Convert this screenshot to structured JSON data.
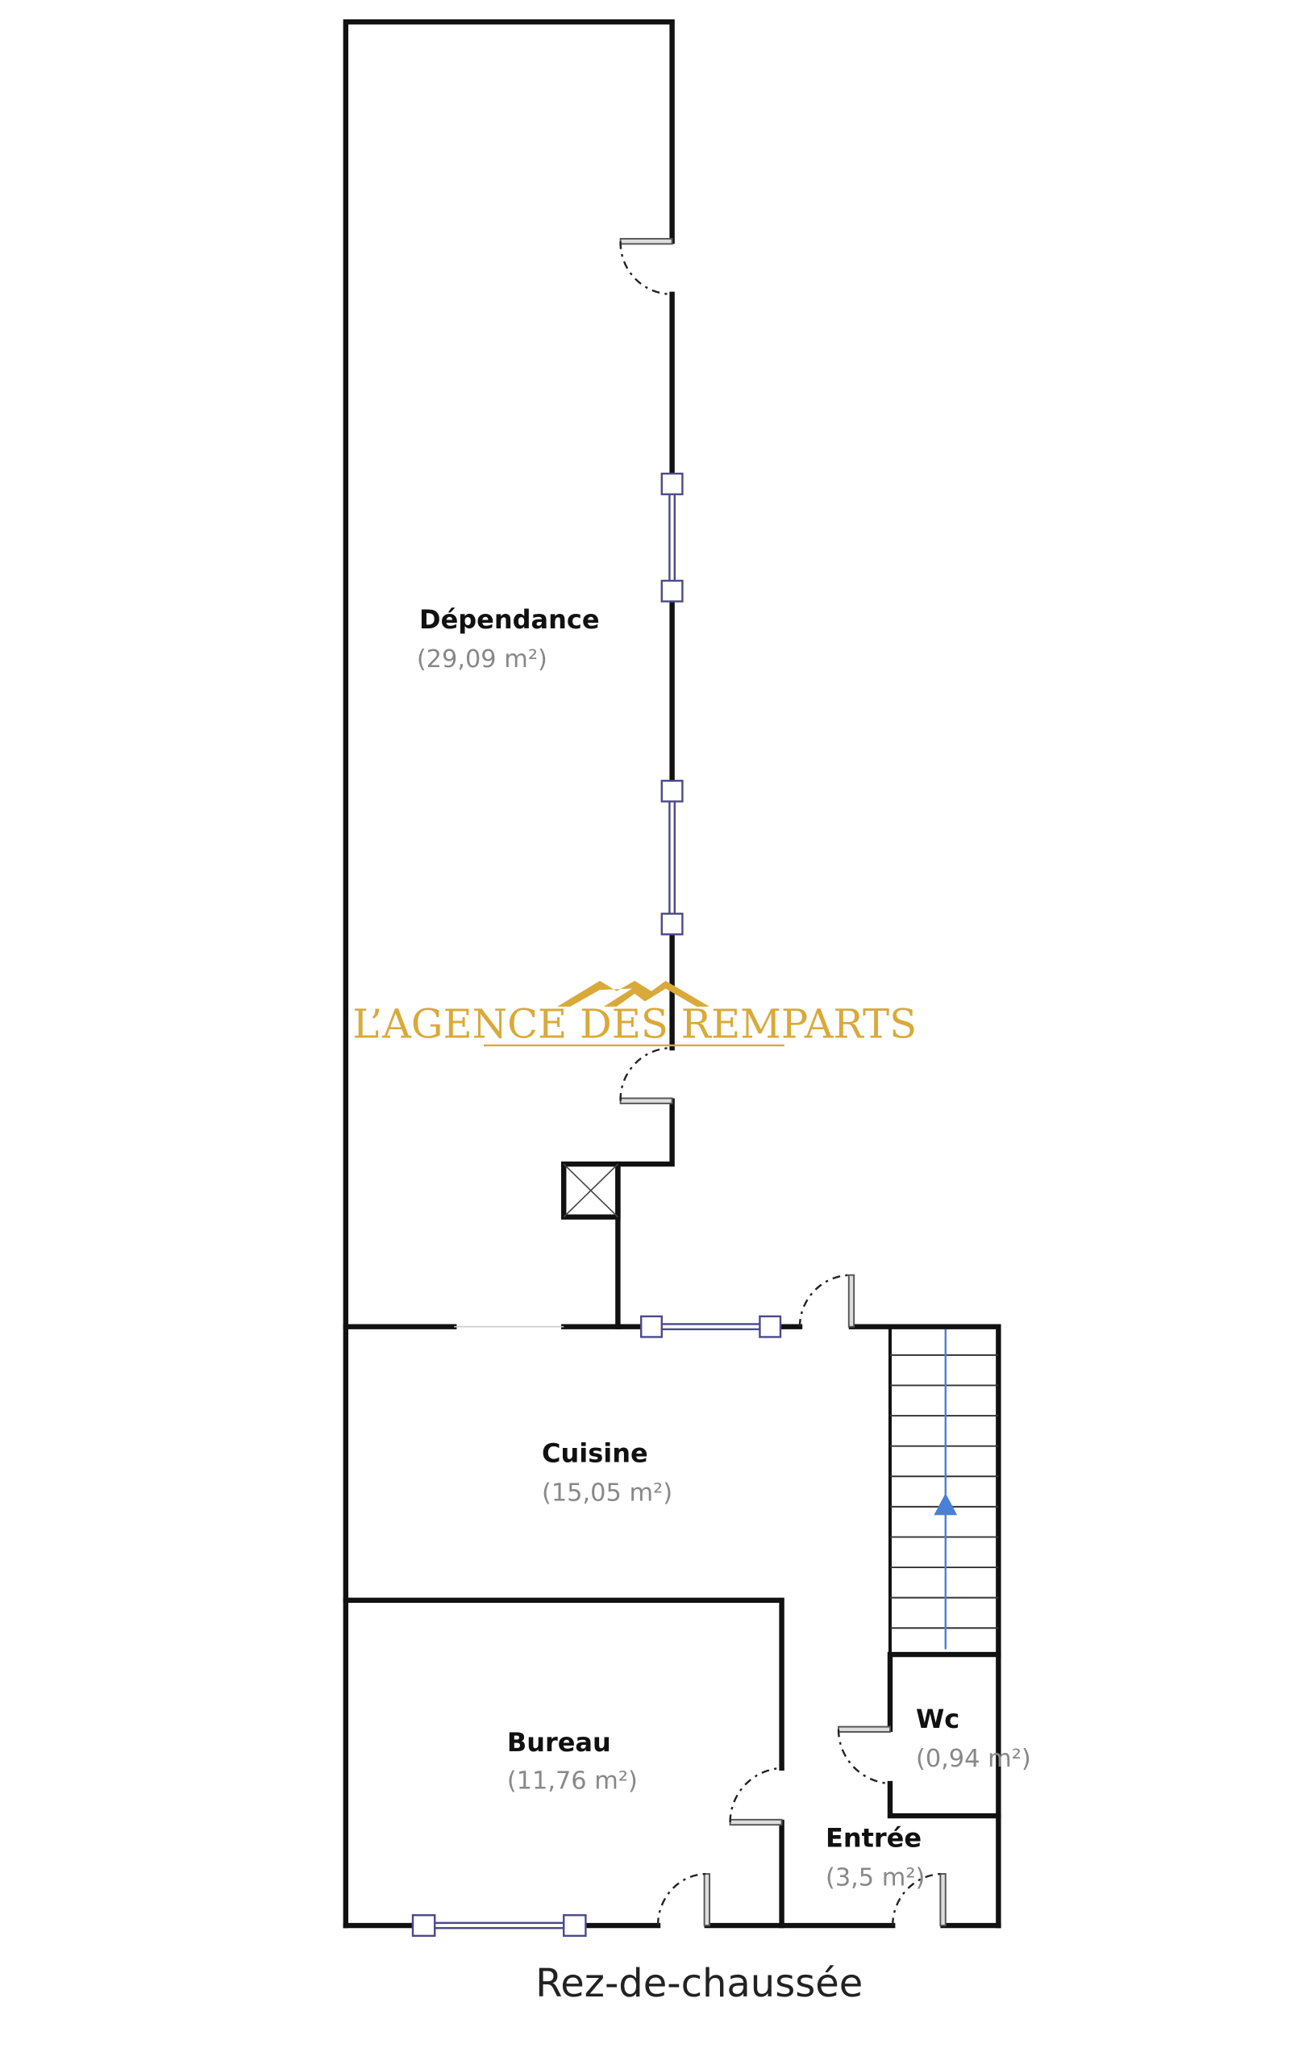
{
  "floor_label": "Rez-de-chaussée",
  "watermark": "L’AGENCE DES REMPARTS",
  "colors": {
    "wall": "#111111",
    "window": "#4a4a8a",
    "stair_arrow": "#4a7fd6",
    "logo": "#d9a93a",
    "area_text": "#888888"
  },
  "rooms": [
    {
      "name": "Dépendance",
      "area": "(29,09 m²)"
    },
    {
      "name": "Cuisine",
      "area": "(15,05 m²)"
    },
    {
      "name": "Bureau",
      "area": "(11,76 m²)"
    },
    {
      "name": "Wc",
      "area": "(0,94 m²)"
    },
    {
      "name": "Entrée",
      "area": "(3,5 m²)"
    }
  ]
}
